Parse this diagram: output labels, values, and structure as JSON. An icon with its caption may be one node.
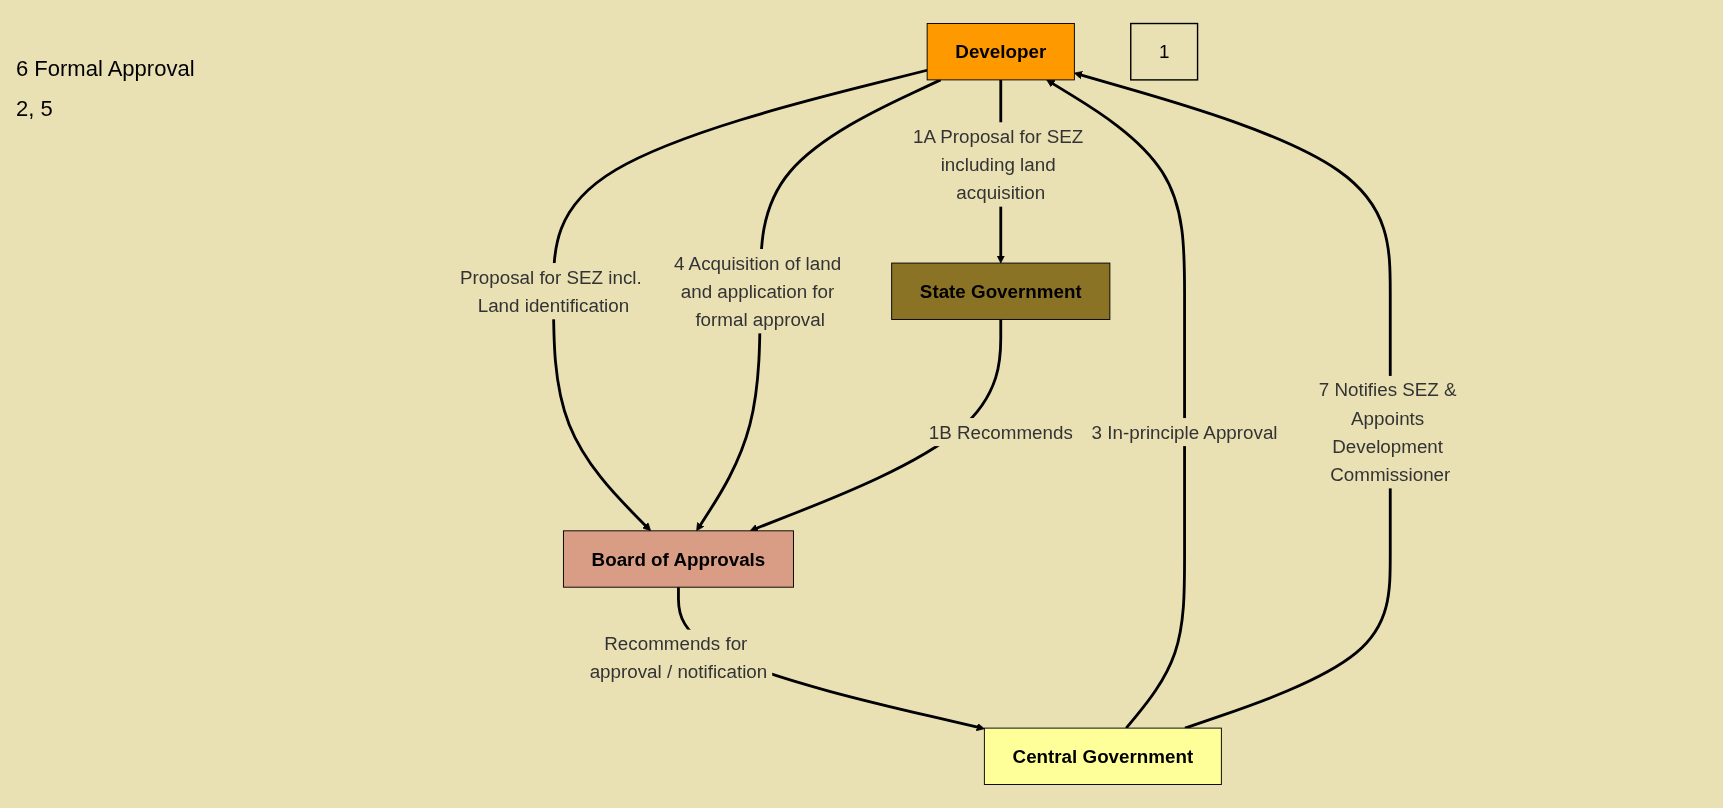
{
  "diagram": {
    "nodes": [
      {
        "text": [
          "Developer"
        ]
      },
      {
        "text": [
          "1"
        ]
      },
      {
        "text": [
          "State Government"
        ]
      },
      {
        "text": [
          "Board of Approvals"
        ]
      },
      {
        "text": [
          "Central Government"
        ]
      }
    ],
    "edges": [
      {
        "from": 0,
        "to": 2,
        "arrow": "to",
        "label": "1A Proposal for SEZ including land acquisition"
      },
      {
        "from": 0,
        "to": 3,
        "arrow": "to",
        "label": "Proposal for SEZ incl. Land identification"
      },
      {
        "from": 0,
        "to": 3,
        "arrow": "to",
        "label": "4 Acquisition of land and application for formal approval"
      },
      {
        "from": 2,
        "to": 3,
        "arrow": "to",
        "label": "1B Recommends"
      },
      {
        "from": 3,
        "to": 4,
        "arrow": "to",
        "label": "Recommends for approval / notification"
      },
      {
        "from": 4,
        "to": 0,
        "arrow": "to",
        "label": "3 In-principle Approval"
      },
      {
        "from": 4,
        "to": 0,
        "arrow": "to",
        "label": "7 Notifies SEZ & Appoints Development Commissioner"
      }
    ],
    "labels": [
      "6 Formal Approval",
      "2, 5"
    ]
  }
}
